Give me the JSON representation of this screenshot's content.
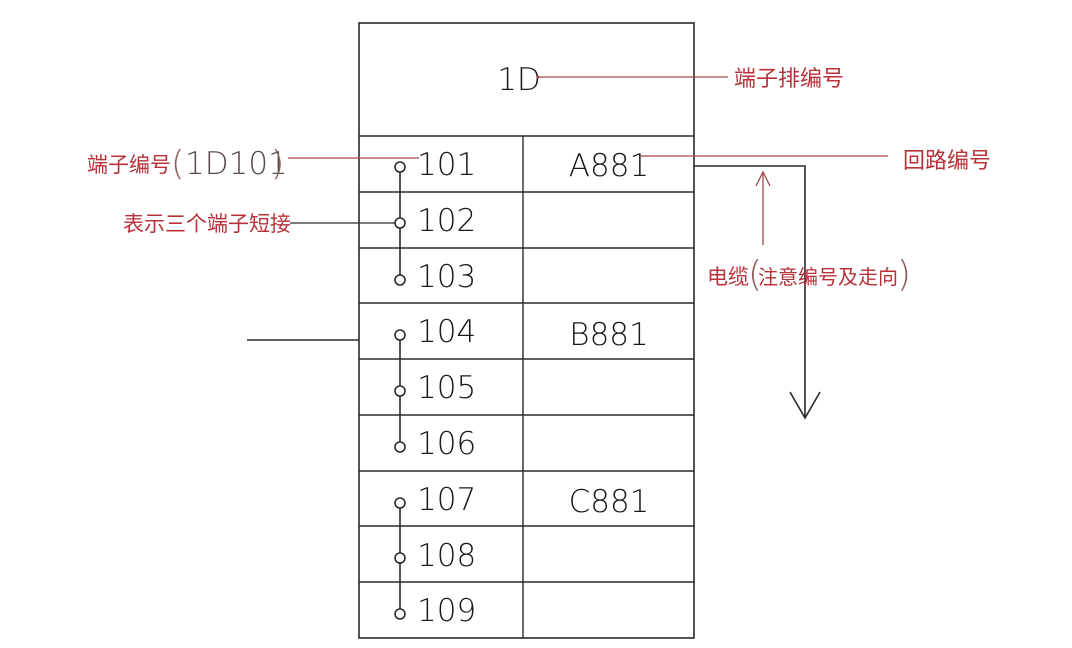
{
  "diagram": {
    "type": "terminal-block-wiring-diagram",
    "terminal_block": {
      "id": "1D",
      "rows": [
        {
          "terminal": "101",
          "circuit": "A881"
        },
        {
          "terminal": "102",
          "circuit": ""
        },
        {
          "terminal": "103",
          "circuit": ""
        },
        {
          "terminal": "104",
          "circuit": "B881"
        },
        {
          "terminal": "105",
          "circuit": ""
        },
        {
          "terminal": "106",
          "circuit": ""
        },
        {
          "terminal": "107",
          "circuit": "C881"
        },
        {
          "terminal": "108",
          "circuit": ""
        },
        {
          "terminal": "109",
          "circuit": ""
        }
      ],
      "shorted_groups": [
        [
          "101",
          "102",
          "103"
        ],
        [
          "104",
          "105",
          "106"
        ],
        [
          "107",
          "108",
          "109"
        ]
      ]
    },
    "annotations": {
      "terminal_block_number": "端子排编号",
      "terminal_number": "端子编号",
      "terminal_number_example": "1D101",
      "shorted_terminals": "表示三个端子短接",
      "circuit_number": "回路编号",
      "cable_label": "电缆",
      "cable_note": "注意编号及走向"
    },
    "colors": {
      "line": "#1a1a1a",
      "annotation": "#b8323a",
      "annotation_line": "#a04848",
      "background": "#ffffff"
    }
  }
}
